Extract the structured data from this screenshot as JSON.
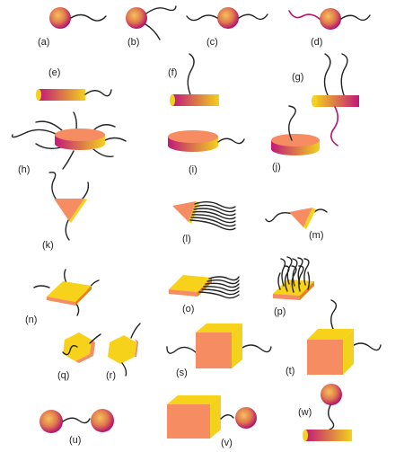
{
  "labels": {
    "a": "(a)",
    "b": "(b)",
    "c": "(c)",
    "d": "(d)",
    "e": "(e)",
    "f": "(f)",
    "g": "(g)",
    "h": "(h)",
    "i": "(i)",
    "j": "(j)",
    "k": "(k)",
    "l": "(l)",
    "m": "(m)",
    "n": "(n)",
    "o": "(o)",
    "p": "(p)",
    "q": "(q)",
    "r": "(r)",
    "s": "(s)",
    "t": "(t)",
    "u": "(u)",
    "v": "(v)",
    "w": "(w)"
  },
  "colors": {
    "sphere_core": "#f0b24a",
    "sphere_edge": "#b5136f",
    "rod_magenta": "#c2187a",
    "rod_yellow": "#f2d21c",
    "face_salmon": "#f58c62",
    "face_yellow": "#f7d21a",
    "tether": "#222222",
    "tether_magenta": "#b5136f"
  }
}
